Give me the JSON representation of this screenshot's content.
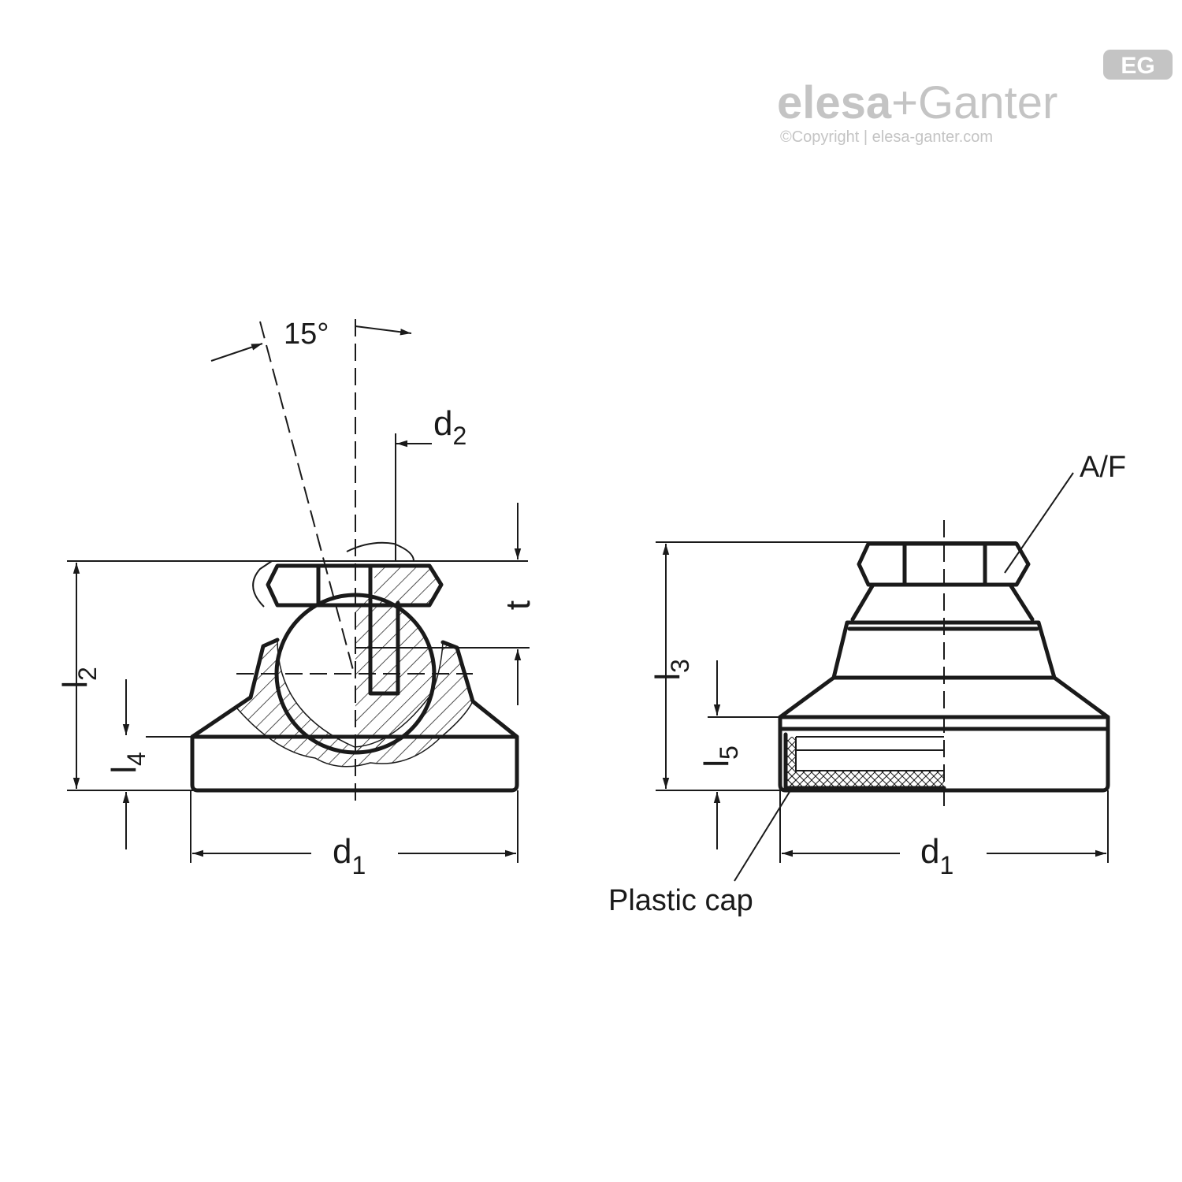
{
  "logo": {
    "badge": "EG",
    "brand_left": "elesa",
    "brand_plus": "+",
    "brand_right": "Ganter",
    "copyright": "©Copyright | elesa-ganter.com"
  },
  "labels": {
    "angle": "15°",
    "d2": "d",
    "d2_sub": "2",
    "t": "t",
    "l2": "l",
    "l2_sub": "2",
    "l4": "l",
    "l4_sub": "4",
    "d1_left": "d",
    "d1_left_sub": "1",
    "l3": "l",
    "l3_sub": "3",
    "l5": "l",
    "l5_sub": "5",
    "d1_right": "d",
    "d1_right_sub": "1",
    "af": "A/F",
    "plastic_cap": "Plastic cap"
  },
  "colors": {
    "line": "#1a1a1a",
    "logo_gray": "#c4c4c4"
  }
}
